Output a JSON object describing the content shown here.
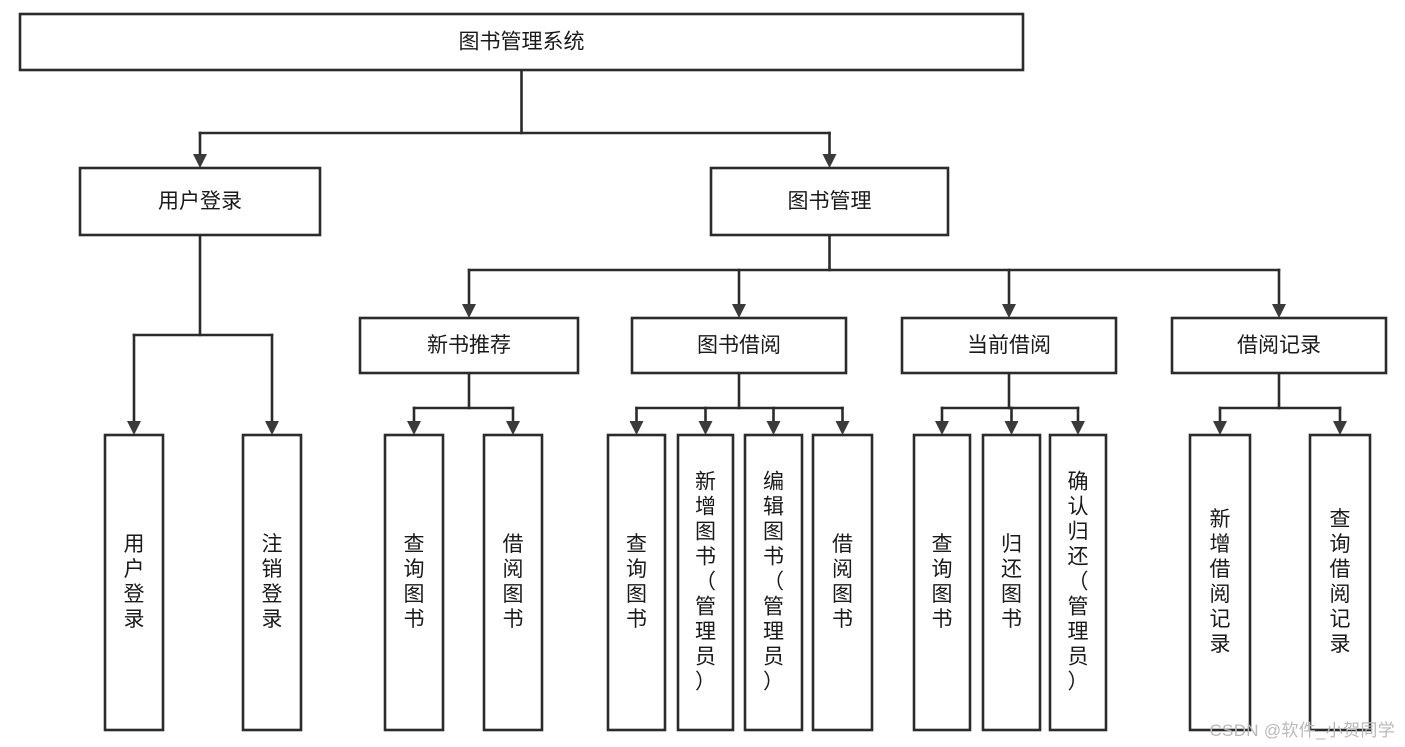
{
  "diagram": {
    "title": "图书管理系统",
    "watermark": "CSDN @软件_小贺同学",
    "colors": {
      "box_stroke": "#2b2b2b",
      "box_fill": "#ffffff",
      "connector": "#2b2b2b",
      "text": "#1a1a1a",
      "watermark": "#b9b9b9",
      "background": "#ffffff"
    },
    "root": {
      "label": "图书管理系统"
    },
    "level2": [
      {
        "label": "用户登录"
      },
      {
        "label": "图书管理"
      }
    ],
    "level3": [
      {
        "label": "新书推荐"
      },
      {
        "label": "图书借阅"
      },
      {
        "label": "当前借阅"
      },
      {
        "label": "借阅记录"
      }
    ],
    "groups": [
      {
        "parent": "用户登录",
        "leaves": [
          {
            "lines": [
              "用",
              "户",
              "登",
              "录"
            ],
            "text": "用户登录"
          },
          {
            "lines": [
              "注",
              "销",
              "登",
              "录"
            ],
            "text": "注销登录"
          }
        ]
      },
      {
        "parent": "新书推荐",
        "leaves": [
          {
            "lines": [
              "查",
              "询",
              "图",
              "书"
            ],
            "text": "查询图书"
          },
          {
            "lines": [
              "借",
              "阅",
              "图",
              "书"
            ],
            "text": "借阅图书"
          }
        ]
      },
      {
        "parent": "图书借阅",
        "leaves": [
          {
            "lines": [
              "查",
              "询",
              "图",
              "书"
            ],
            "text": "查询图书"
          },
          {
            "lines": [
              "新",
              "增",
              "图",
              "书",
              "（",
              "管",
              "理",
              "员",
              "）"
            ],
            "text": "新增图书（管理员）"
          },
          {
            "lines": [
              "编",
              "辑",
              "图",
              "书",
              "（",
              "管",
              "理",
              "员",
              "）"
            ],
            "text": "编辑图书（管理员）"
          },
          {
            "lines": [
              "借",
              "阅",
              "图",
              "书"
            ],
            "text": "借阅图书"
          }
        ]
      },
      {
        "parent": "当前借阅",
        "leaves": [
          {
            "lines": [
              "查",
              "询",
              "图",
              "书"
            ],
            "text": "查询图书"
          },
          {
            "lines": [
              "归",
              "还",
              "图",
              "书"
            ],
            "text": "归还图书"
          },
          {
            "lines": [
              "确",
              "认",
              "归",
              "还",
              "（",
              "管",
              "理",
              "员",
              "）"
            ],
            "text": "确认归还（管理员）"
          }
        ]
      },
      {
        "parent": "借阅记录",
        "leaves": [
          {
            "lines": [
              "新",
              "增",
              "借",
              "阅",
              "记",
              "录"
            ],
            "text": "新增借阅记录"
          },
          {
            "lines": [
              "查",
              "询",
              "借",
              "阅",
              "记",
              "录"
            ],
            "text": "查询借阅记录"
          }
        ]
      }
    ]
  }
}
